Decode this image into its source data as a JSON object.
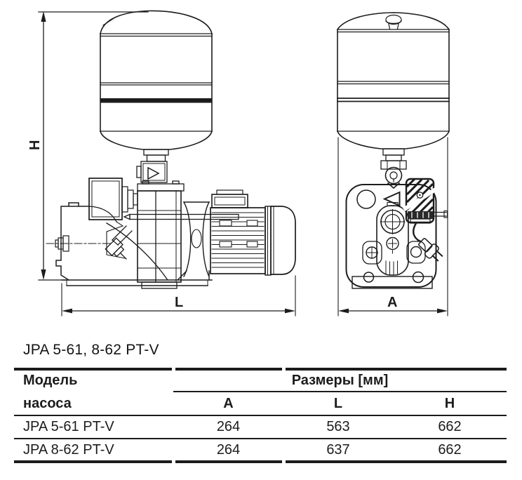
{
  "title": "JPA 5-61, 8-62 PT-V",
  "drawing": {
    "side_view": "pump with pressure tank, side view",
    "front_view": "pump with pressure tank, front view",
    "dim_h_label": "H",
    "dim_l_label": "L",
    "dim_a_label": "A"
  },
  "table": {
    "model_header_line1": "Модель",
    "model_header_line2": "насоса",
    "group_header": "Размеры [мм]",
    "columns": [
      "A",
      "L",
      "H"
    ],
    "rows": [
      {
        "model": "JPA 5-61 PT-V",
        "A": "264",
        "L": "563",
        "H": "662"
      },
      {
        "model": "JPA 8-62 PT-V",
        "A": "264",
        "L": "637",
        "H": "662"
      }
    ]
  },
  "colors": {
    "line": "#1c1c1c",
    "background": "#ffffff"
  }
}
